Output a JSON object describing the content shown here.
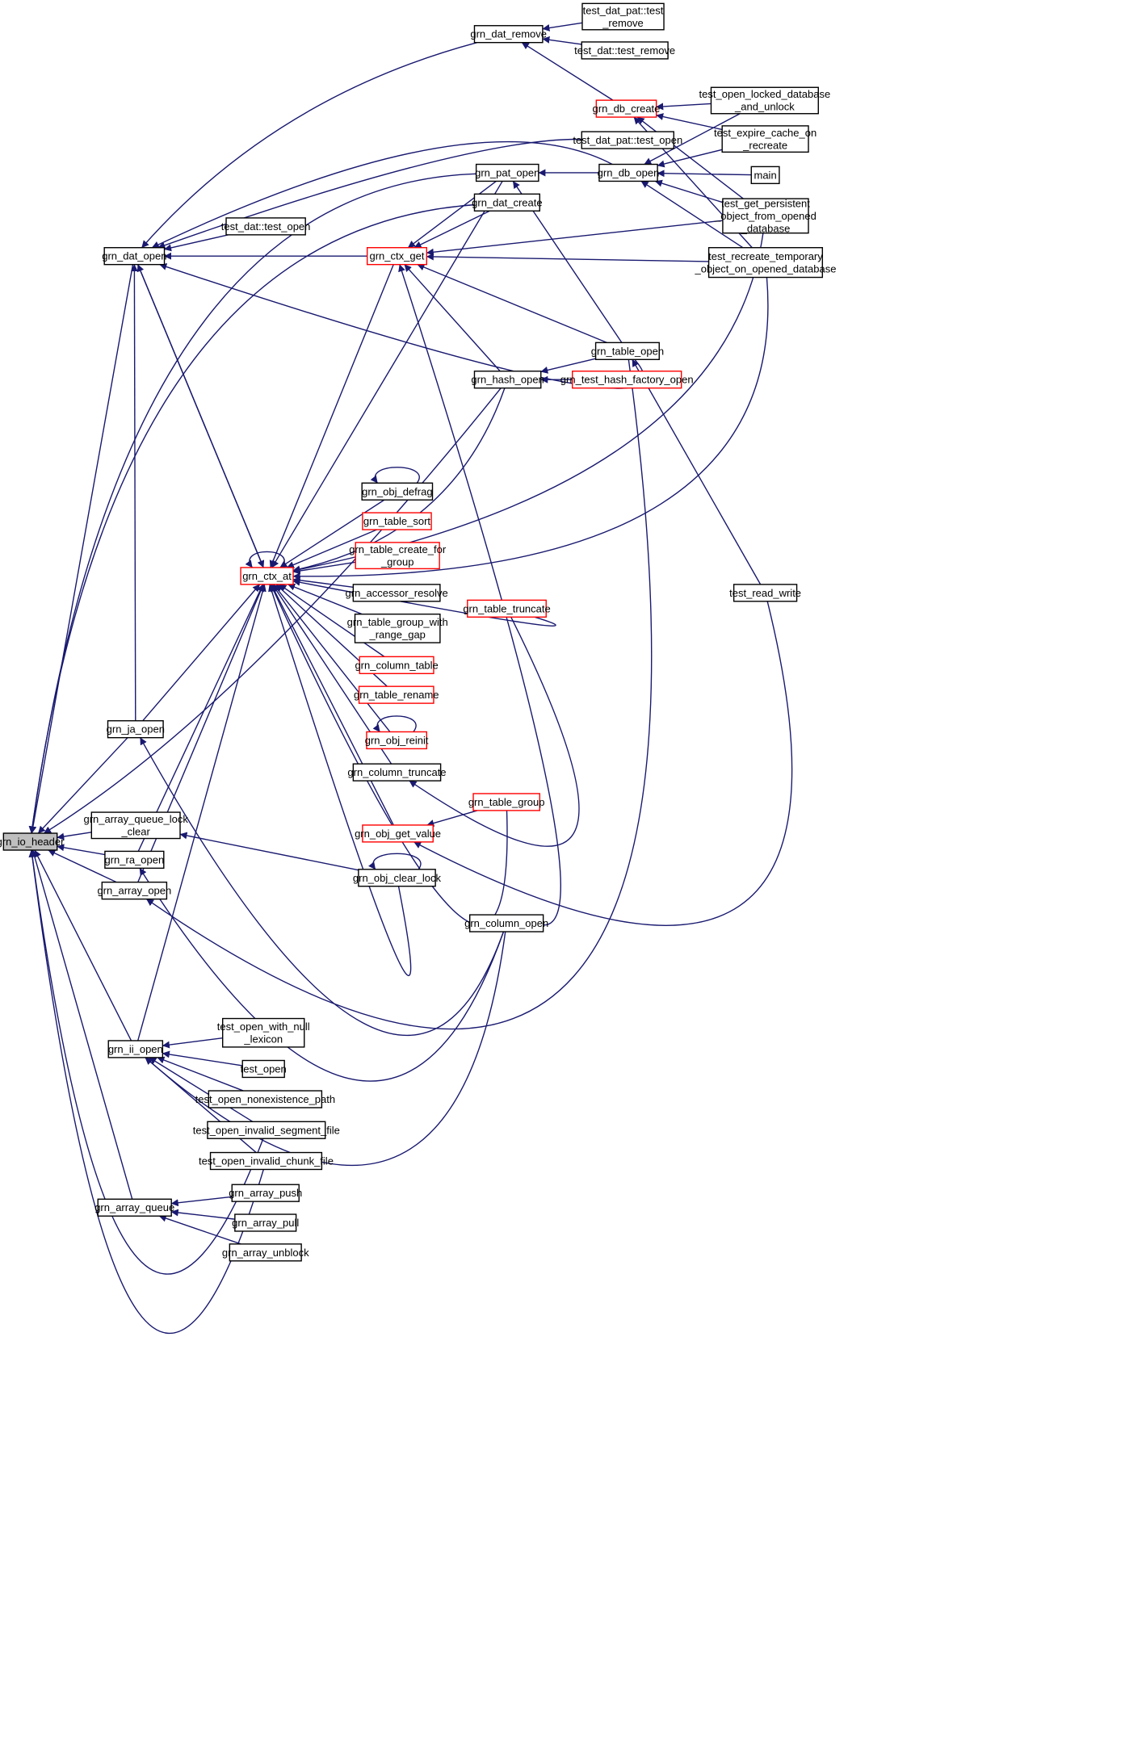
{
  "colors": {
    "edge": "#191970",
    "border_black": "#000000",
    "border_red": "#ff0000",
    "focus_fill": "#bfbfbf"
  },
  "nodes": {
    "grn_io_header": {
      "lines": [
        "grn_io_header"
      ],
      "style": "focus"
    },
    "grn_dat_open": {
      "lines": [
        "grn_dat_open"
      ],
      "style": "black"
    },
    "grn_ja_open": {
      "lines": [
        "grn_ja_open"
      ],
      "style": "black"
    },
    "grn_array_queue_lock_clear": {
      "lines": [
        "grn_array_queue_lock",
        "_clear"
      ],
      "style": "black"
    },
    "grn_ra_open": {
      "lines": [
        "grn_ra_open"
      ],
      "style": "black"
    },
    "grn_array_open": {
      "lines": [
        "grn_array_open"
      ],
      "style": "black"
    },
    "grn_ii_open": {
      "lines": [
        "grn_ii_open"
      ],
      "style": "black"
    },
    "grn_array_queue": {
      "lines": [
        "grn_array_queue"
      ],
      "style": "black"
    },
    "grn_ctx_at": {
      "lines": [
        "grn_ctx_at"
      ],
      "style": "red"
    },
    "grn_ctx_get": {
      "lines": [
        "grn_ctx_get"
      ],
      "style": "red"
    },
    "test_dat_test_open": {
      "lines": [
        "test_dat::test_open"
      ],
      "style": "black"
    },
    "grn_dat_remove": {
      "lines": [
        "grn_dat_remove"
      ],
      "style": "black"
    },
    "grn_pat_open": {
      "lines": [
        "grn_pat_open"
      ],
      "style": "black"
    },
    "grn_dat_create": {
      "lines": [
        "grn_dat_create"
      ],
      "style": "black"
    },
    "grn_hash_open": {
      "lines": [
        "grn_hash_open"
      ],
      "style": "black"
    },
    "grn_obj_defrag": {
      "lines": [
        "grn_obj_defrag"
      ],
      "style": "black"
    },
    "grn_table_sort": {
      "lines": [
        "grn_table_sort"
      ],
      "style": "red"
    },
    "grn_table_create_for_group": {
      "lines": [
        "grn_table_create_for",
        "_group"
      ],
      "style": "red"
    },
    "grn_accessor_resolve": {
      "lines": [
        "grn_accessor_resolve"
      ],
      "style": "black"
    },
    "grn_table_group_with_range_gap": {
      "lines": [
        "grn_table_group_with",
        "_range_gap"
      ],
      "style": "black"
    },
    "grn_column_table": {
      "lines": [
        "grn_column_table"
      ],
      "style": "red"
    },
    "grn_table_rename": {
      "lines": [
        "grn_table_rename"
      ],
      "style": "red"
    },
    "grn_obj_reinit": {
      "lines": [
        "grn_obj_reinit"
      ],
      "style": "red"
    },
    "grn_column_truncate": {
      "lines": [
        "grn_column_truncate"
      ],
      "style": "black"
    },
    "grn_obj_get_value": {
      "lines": [
        "grn_obj_get_value"
      ],
      "style": "red"
    },
    "grn_obj_clear_lock": {
      "lines": [
        "grn_obj_clear_lock"
      ],
      "style": "black"
    },
    "grn_table_truncate": {
      "lines": [
        "grn_table_truncate"
      ],
      "style": "red"
    },
    "grn_table_group": {
      "lines": [
        "grn_table_group"
      ],
      "style": "red"
    },
    "grn_column_open": {
      "lines": [
        "grn_column_open"
      ],
      "style": "black"
    },
    "test_dat_pat_test_remove": {
      "lines": [
        "test_dat_pat::test",
        "_remove"
      ],
      "style": "black"
    },
    "test_dat_test_remove": {
      "lines": [
        "test_dat::test_remove"
      ],
      "style": "black"
    },
    "grn_db_create": {
      "lines": [
        "grn_db_create"
      ],
      "style": "red"
    },
    "test_dat_pat_test_open": {
      "lines": [
        "test_dat_pat::test_open"
      ],
      "style": "black"
    },
    "grn_db_open": {
      "lines": [
        "grn_db_open"
      ],
      "style": "black"
    },
    "grn_table_open": {
      "lines": [
        "grn_table_open"
      ],
      "style": "black"
    },
    "grn_test_hash_factory_open": {
      "lines": [
        "grn_test_hash_factory_open"
      ],
      "style": "red"
    },
    "test_open_locked_database_and_unlock": {
      "lines": [
        "test_open_locked_database",
        "_and_unlock"
      ],
      "style": "black"
    },
    "test_expire_cache_on_recreate": {
      "lines": [
        "test_expire_cache_on",
        "_recreate"
      ],
      "style": "black"
    },
    "main": {
      "lines": [
        "main"
      ],
      "style": "black"
    },
    "test_get_persistent_object_from_opened_database": {
      "lines": [
        "test_get_persistent",
        "_object_from_opened",
        "_database"
      ],
      "style": "black"
    },
    "test_recreate_temporary_object_on_opened_database": {
      "lines": [
        "test_recreate_temporary",
        "_object_on_opened_database"
      ],
      "style": "black"
    },
    "test_read_write": {
      "lines": [
        "test_read_write"
      ],
      "style": "black"
    },
    "test_open_with_null_lexicon": {
      "lines": [
        "test_open_with_null",
        "_lexicon"
      ],
      "style": "black"
    },
    "test_open": {
      "lines": [
        "test_open"
      ],
      "style": "black"
    },
    "test_open_nonexistence_path": {
      "lines": [
        "test_open_nonexistence_path"
      ],
      "style": "black"
    },
    "test_open_invalid_segment_file": {
      "lines": [
        "test_open_invalid_segment_file"
      ],
      "style": "black"
    },
    "test_open_invalid_chunk_file": {
      "lines": [
        "test_open_invalid_chunk_file"
      ],
      "style": "black"
    },
    "grn_array_push": {
      "lines": [
        "grn_array_push"
      ],
      "style": "black"
    },
    "grn_array_pull": {
      "lines": [
        "grn_array_pull"
      ],
      "style": "black"
    },
    "grn_array_unblock": {
      "lines": [
        "grn_array_unblock"
      ],
      "style": "black"
    }
  },
  "edges": [
    [
      "grn_io_header",
      "grn_dat_open"
    ],
    [
      "grn_io_header",
      "grn_ja_open"
    ],
    [
      "grn_io_header",
      "grn_array_queue_lock_clear"
    ],
    [
      "grn_io_header",
      "grn_ra_open"
    ],
    [
      "grn_io_header",
      "grn_array_open"
    ],
    [
      "grn_io_header",
      "grn_ii_open"
    ],
    [
      "grn_io_header",
      "grn_array_queue"
    ],
    [
      "grn_io_header",
      "grn_pat_open"
    ],
    [
      "grn_io_header",
      "grn_dat_create"
    ],
    [
      "grn_io_header",
      "grn_hash_open"
    ],
    [
      "grn_io_header",
      "test_open_invalid_segment_file"
    ],
    [
      "grn_io_header",
      "test_open_invalid_chunk_file"
    ],
    [
      "grn_dat_open",
      "grn_ctx_get"
    ],
    [
      "grn_dat_open",
      "test_dat_test_open"
    ],
    [
      "grn_dat_open",
      "grn_dat_remove"
    ],
    [
      "grn_dat_open",
      "grn_db_open"
    ],
    [
      "grn_dat_open",
      "grn_table_open"
    ],
    [
      "grn_dat_open",
      "test_dat_pat_test_open"
    ],
    [
      "grn_dat_open",
      "grn_ctx_at"
    ],
    [
      "grn_dat_open",
      "grn_ja_open"
    ],
    [
      "grn_ctx_at",
      "grn_ctx_at"
    ],
    [
      "grn_ctx_at",
      "grn_dat_open"
    ],
    [
      "grn_ctx_at",
      "grn_ctx_get"
    ],
    [
      "grn_ctx_at",
      "grn_pat_open"
    ],
    [
      "grn_ctx_at",
      "grn_hash_open"
    ],
    [
      "grn_ctx_at",
      "grn_obj_defrag"
    ],
    [
      "grn_ctx_at",
      "grn_table_sort"
    ],
    [
      "grn_ctx_at",
      "grn_table_create_for_group"
    ],
    [
      "grn_ctx_at",
      "grn_accessor_resolve"
    ],
    [
      "grn_ctx_at",
      "grn_table_group_with_range_gap"
    ],
    [
      "grn_ctx_at",
      "grn_column_table"
    ],
    [
      "grn_ctx_at",
      "grn_table_rename"
    ],
    [
      "grn_ctx_at",
      "grn_obj_reinit"
    ],
    [
      "grn_ctx_at",
      "grn_column_truncate"
    ],
    [
      "grn_ctx_at",
      "grn_obj_get_value"
    ],
    [
      "grn_ctx_at",
      "grn_obj_clear_lock"
    ],
    [
      "grn_ctx_at",
      "grn_table_truncate"
    ],
    [
      "grn_ctx_at",
      "grn_table_group"
    ],
    [
      "grn_ctx_at",
      "test_get_persistent_object_from_opened_database"
    ],
    [
      "grn_ctx_at",
      "test_recreate_temporary_object_on_opened_database"
    ],
    [
      "grn_ctx_at",
      "grn_ja_open"
    ],
    [
      "grn_ctx_at",
      "grn_ra_open"
    ],
    [
      "grn_ctx_at",
      "grn_array_open"
    ],
    [
      "grn_ctx_at",
      "grn_ii_open"
    ],
    [
      "grn_ctx_get",
      "grn_pat_open"
    ],
    [
      "grn_ctx_get",
      "grn_dat_create"
    ],
    [
      "grn_ctx_get",
      "test_get_persistent_object_from_opened_database"
    ],
    [
      "grn_ctx_get",
      "test_recreate_temporary_object_on_opened_database"
    ],
    [
      "grn_ctx_get",
      "grn_table_open"
    ],
    [
      "grn_ctx_get",
      "grn_hash_open"
    ],
    [
      "grn_ctx_get",
      "grn_column_open"
    ],
    [
      "grn_pat_open",
      "grn_db_open"
    ],
    [
      "grn_pat_open",
      "grn_table_open"
    ],
    [
      "grn_dat_remove",
      "test_dat_pat_test_remove"
    ],
    [
      "grn_dat_remove",
      "test_dat_test_remove"
    ],
    [
      "grn_dat_remove",
      "grn_db_create"
    ],
    [
      "grn_db_create",
      "test_open_locked_database_and_unlock"
    ],
    [
      "grn_db_create",
      "test_expire_cache_on_recreate"
    ],
    [
      "grn_db_create",
      "test_get_persistent_object_from_opened_database"
    ],
    [
      "grn_db_create",
      "test_recreate_temporary_object_on_opened_database"
    ],
    [
      "grn_db_open",
      "test_open_locked_database_and_unlock"
    ],
    [
      "grn_db_open",
      "test_expire_cache_on_recreate"
    ],
    [
      "grn_db_open",
      "main"
    ],
    [
      "grn_db_open",
      "test_get_persistent_object_from_opened_database"
    ],
    [
      "grn_db_open",
      "test_recreate_temporary_object_on_opened_database"
    ],
    [
      "grn_hash_open",
      "grn_table_open"
    ],
    [
      "grn_hash_open",
      "grn_test_hash_factory_open"
    ],
    [
      "grn_table_open",
      "test_read_write"
    ],
    [
      "grn_obj_defrag",
      "grn_obj_defrag"
    ],
    [
      "grn_obj_reinit",
      "grn_obj_reinit"
    ],
    [
      "grn_obj_clear_lock",
      "grn_obj_clear_lock"
    ],
    [
      "grn_column_truncate",
      "grn_table_truncate"
    ],
    [
      "grn_obj_get_value",
      "grn_table_group"
    ],
    [
      "grn_obj_get_value",
      "test_read_write"
    ],
    [
      "grn_array_queue_lock_clear",
      "grn_obj_clear_lock"
    ],
    [
      "grn_ra_open",
      "grn_column_open"
    ],
    [
      "grn_ja_open",
      "grn_column_open"
    ],
    [
      "grn_array_open",
      "grn_table_open"
    ],
    [
      "grn_ii_open",
      "grn_column_open"
    ],
    [
      "grn_ii_open",
      "test_open_with_null_lexicon"
    ],
    [
      "grn_ii_open",
      "test_open"
    ],
    [
      "grn_ii_open",
      "test_open_nonexistence_path"
    ],
    [
      "grn_ii_open",
      "test_open_invalid_segment_file"
    ],
    [
      "grn_ii_open",
      "test_open_invalid_chunk_file"
    ],
    [
      "grn_array_queue",
      "grn_array_push"
    ],
    [
      "grn_array_queue",
      "grn_array_pull"
    ],
    [
      "grn_array_queue",
      "grn_array_unblock"
    ]
  ]
}
